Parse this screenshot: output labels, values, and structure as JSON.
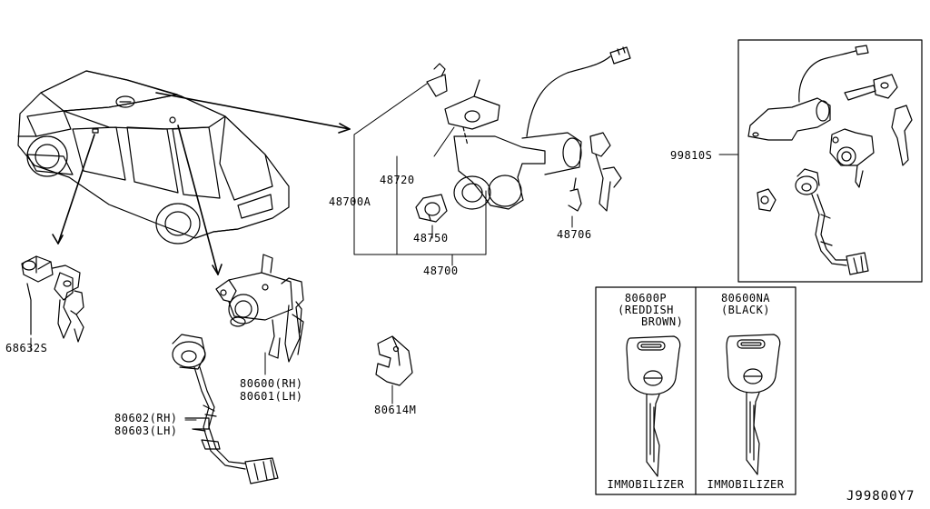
{
  "parts": {
    "p68632s": "68632S",
    "p80602": "80602(RH)",
    "p80603": "80603(LH)",
    "p80600": "80600(RH)",
    "p80601": "80601(LH)",
    "p80614m": "80614M",
    "p48700a": "48700A",
    "p48720": "48720",
    "p48750": "48750",
    "p48700": "48700",
    "p48706": "48706",
    "p99810s": "99810S"
  },
  "keys": {
    "left": {
      "part": "80600P",
      "color_line1": "(REDDISH",
      "color_line2": "BROWN)",
      "footer": "IMMOBILIZER"
    },
    "right": {
      "part": "80600NA",
      "color_line1": "(BLACK)",
      "footer": "IMMOBILIZER"
    }
  },
  "diagram_id": "J99800Y7"
}
